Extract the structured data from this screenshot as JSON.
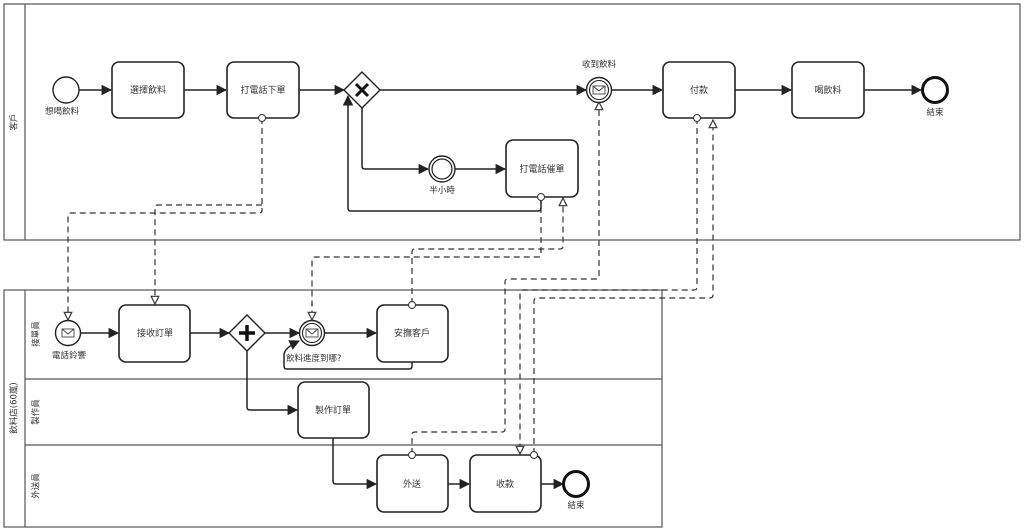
{
  "pools": [
    {
      "id": "customer",
      "label": "客戶",
      "lanes": []
    },
    {
      "id": "shop",
      "label": "飲料店(60嵐)",
      "lanes": [
        {
          "id": "order_clerk",
          "label": "接單員"
        },
        {
          "id": "maker",
          "label": "製作員"
        },
        {
          "id": "delivery",
          "label": "外送員"
        }
      ]
    }
  ],
  "customer": {
    "start_event": "想喝飲料",
    "tasks": {
      "choose": "選擇飲料",
      "call_order": "打電話下單",
      "call_urge": "打電話催單",
      "pay": "付款",
      "drink": "喝飲料"
    },
    "timer_event": "半小時",
    "receive_event": "收到飲料",
    "end_event": "結束"
  },
  "shop": {
    "phone_event": "電話鈴響",
    "tasks": {
      "receive_order": "接收訂單",
      "comfort": "安撫客戶",
      "make_order": "製作訂單",
      "deliver": "外送",
      "collect": "收款"
    },
    "progress_event": "飲料進度到哪?",
    "end_event": "結束"
  },
  "icons": {
    "exclusive_gateway": "x-gateway-icon",
    "parallel_gateway": "plus-gateway-icon",
    "message": "envelope-icon",
    "timer": "timer-event-icon"
  }
}
